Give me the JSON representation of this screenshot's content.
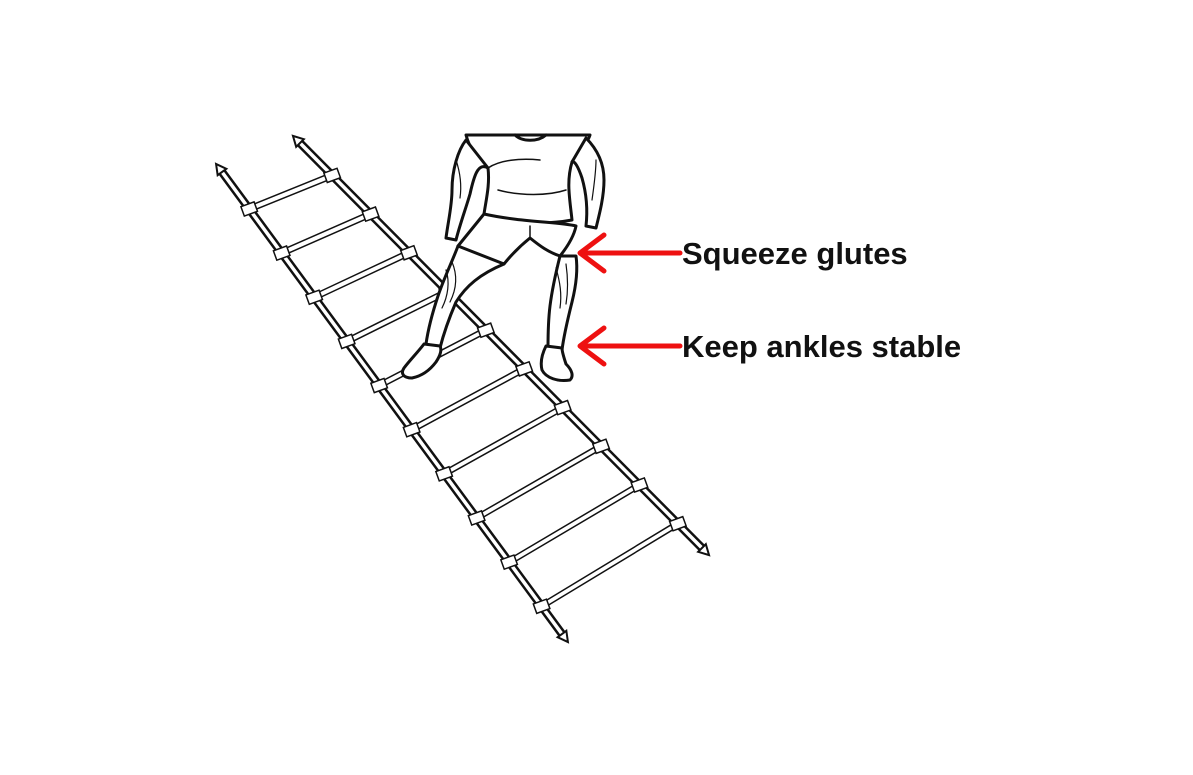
{
  "annotations": [
    {
      "id": "glutes",
      "text": "Squeeze glutes"
    },
    {
      "id": "ankles",
      "text": "Keep ankles stable"
    }
  ],
  "colors": {
    "arrow": "#ee1111",
    "ink": "#111111",
    "background": "#ffffff"
  },
  "illustration": {
    "subject": "athlete-straddling-agility-ladder",
    "rungs": 10
  }
}
